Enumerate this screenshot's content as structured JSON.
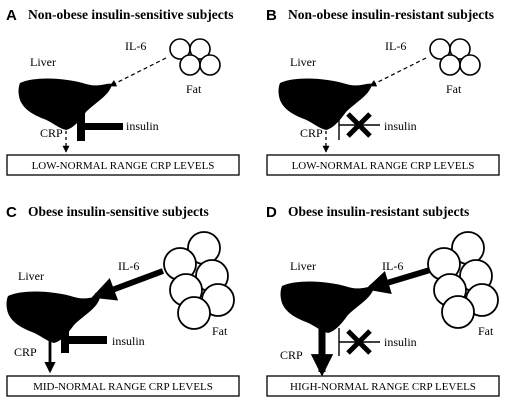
{
  "panels": [
    {
      "letter": "A",
      "title": "Non-obese insulin-sensitive subjects",
      "liver": "Liver",
      "cytokine": "IL-6",
      "fat": "Fat",
      "crp": "CRP",
      "insulin": "insulin",
      "result": "LOW-NORMAL RANGE CRP LEVELS",
      "insulin_effect": "inhibits",
      "adiposity": "non-obese",
      "crp_output": "low"
    },
    {
      "letter": "B",
      "title": "Non-obese insulin-resistant subjects",
      "liver": "Liver",
      "cytokine": "IL-6",
      "fat": "Fat",
      "crp": "CRP",
      "insulin": "insulin",
      "result": "LOW-NORMAL RANGE CRP LEVELS",
      "insulin_effect": "blocked",
      "adiposity": "non-obese",
      "crp_output": "low"
    },
    {
      "letter": "C",
      "title": "Obese insulin-sensitive subjects",
      "liver": "Liver",
      "cytokine": "IL-6",
      "fat": "Fat",
      "crp": "CRP",
      "insulin": "insulin",
      "result": "MID-NORMAL RANGE CRP LEVELS",
      "insulin_effect": "inhibits",
      "adiposity": "obese",
      "crp_output": "mid"
    },
    {
      "letter": "D",
      "title": "Obese insulin-resistant subjects",
      "liver": "Liver",
      "cytokine": "IL-6",
      "fat": "Fat",
      "crp": "CRP",
      "insulin": "insulin",
      "result": "HIGH-NORMAL RANGE CRP LEVELS",
      "insulin_effect": "blocked",
      "adiposity": "obese",
      "crp_output": "high"
    }
  ]
}
